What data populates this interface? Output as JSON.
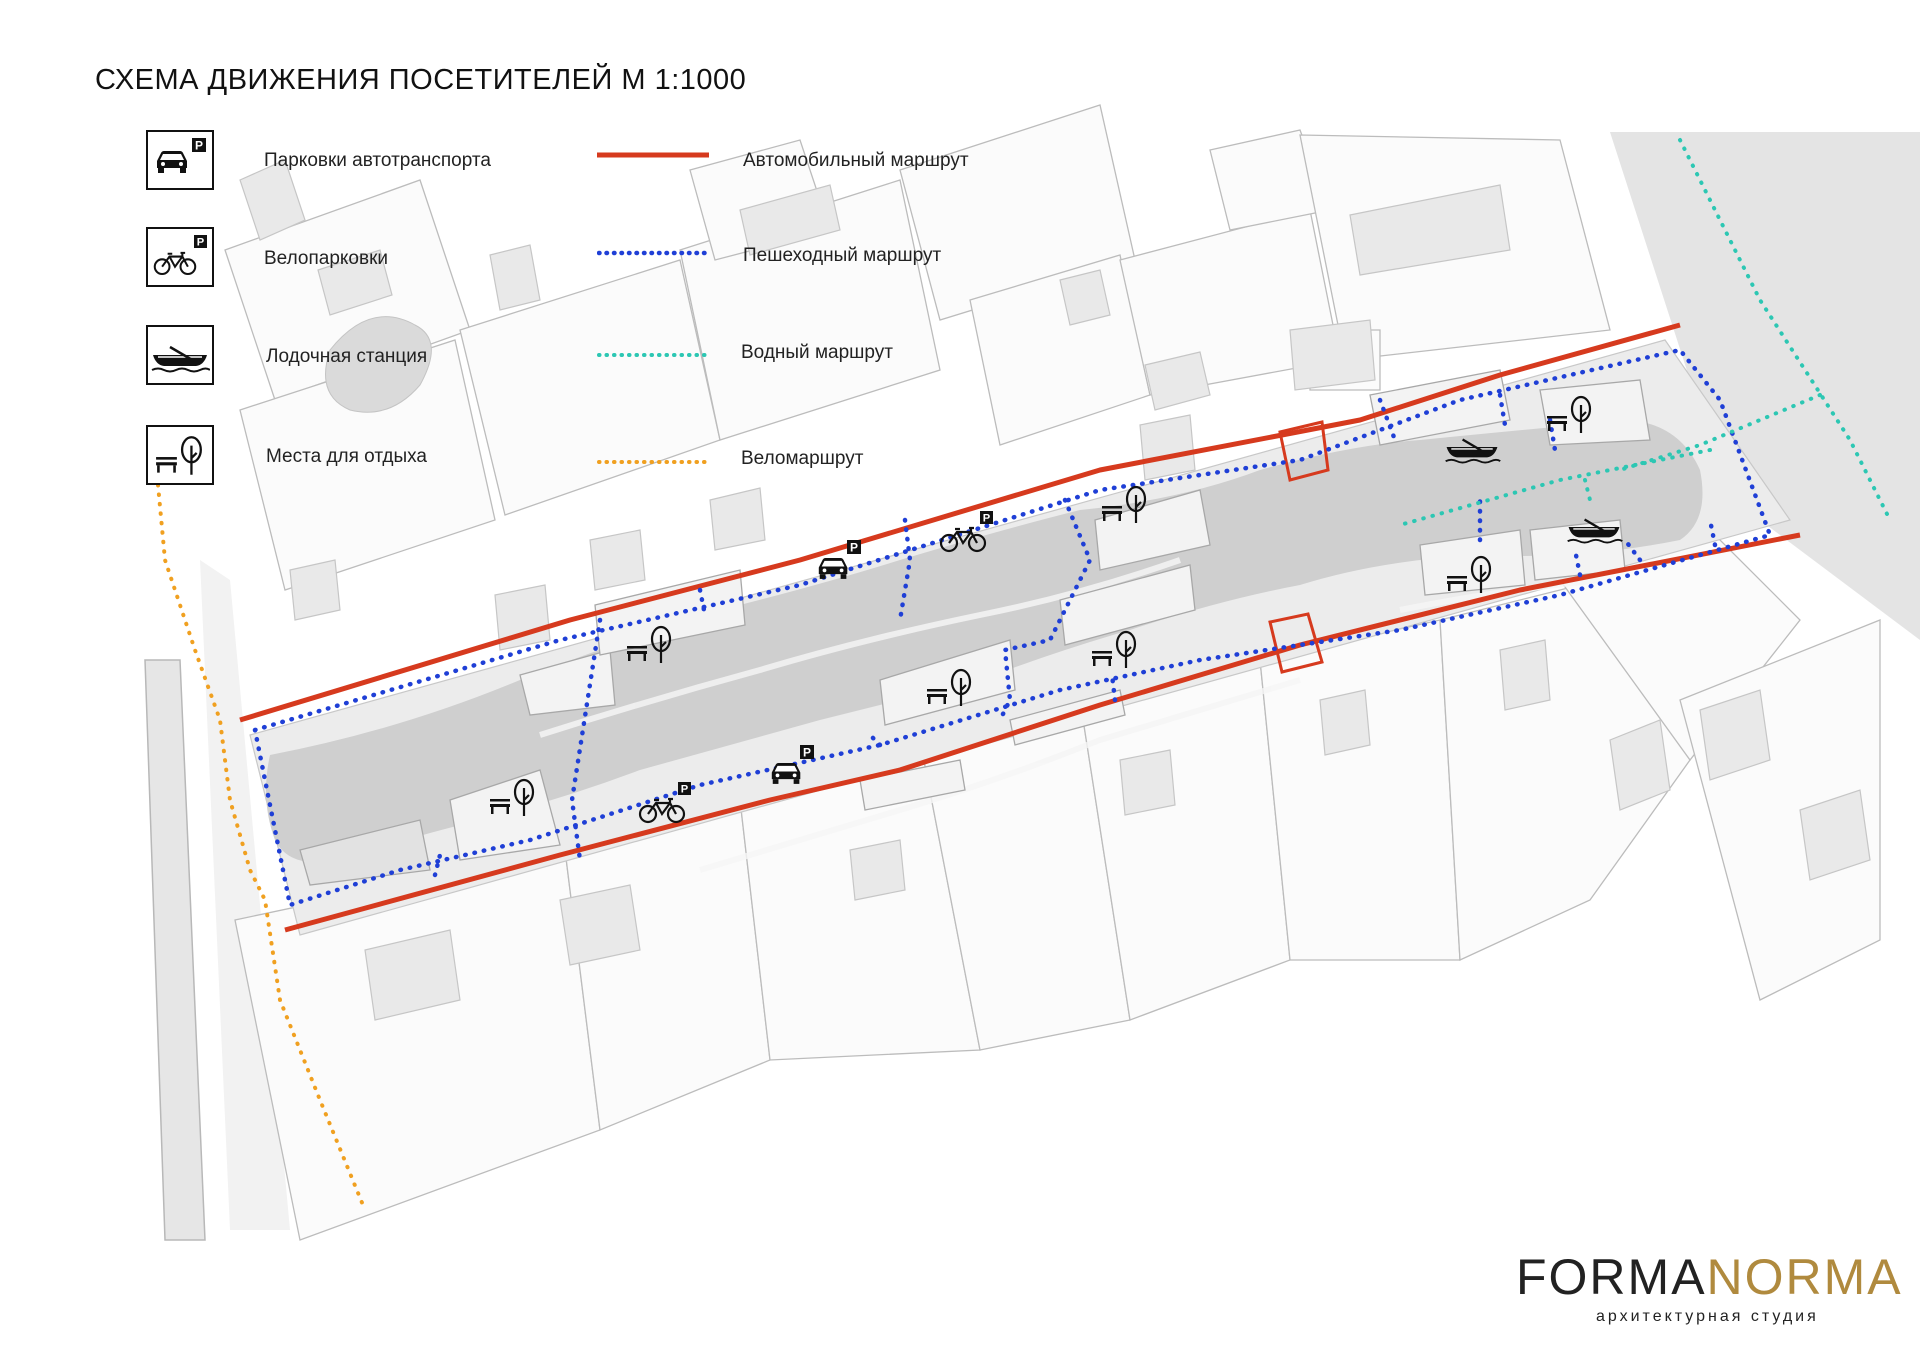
{
  "title": "СХЕМА ДВИЖЕНИЯ ПОСЕТИТЕЛЕЙ  М 1:1000",
  "legend": {
    "icons": [
      {
        "label": "Парковки автотранспорта",
        "icon": "car-parking-icon"
      },
      {
        "label": "Велопарковки",
        "icon": "bicycle-parking-icon"
      },
      {
        "label": "Лодочная станция",
        "icon": "boat-station-icon"
      },
      {
        "label": "Места для отдыха",
        "icon": "bench-tree-icon"
      }
    ],
    "routes": [
      {
        "label": "Автомобильный маршрут",
        "color": "#d63a1e",
        "style": "solid"
      },
      {
        "label": "Пешеходный маршрут",
        "color": "#1f3fd6",
        "style": "dotted"
      },
      {
        "label": "Водный маршрут",
        "color": "#2cc7b3",
        "style": "dotted"
      },
      {
        "label": "Веломаршрут",
        "color": "#f0a020",
        "style": "dotted"
      }
    ]
  },
  "map": {
    "parking_sign": "P",
    "colors": {
      "car_route": "#d63a1e",
      "pedestrian_route": "#1f3fd6",
      "water_route": "#2cc7b3",
      "bike_route": "#f0a020",
      "water": "#cfcfcf",
      "park": "#e6e6e6"
    }
  },
  "logo": {
    "part1": "FORMA",
    "part2": "NORMA",
    "subtitle": "архитектурная студия",
    "accent": "#b08a3e"
  }
}
